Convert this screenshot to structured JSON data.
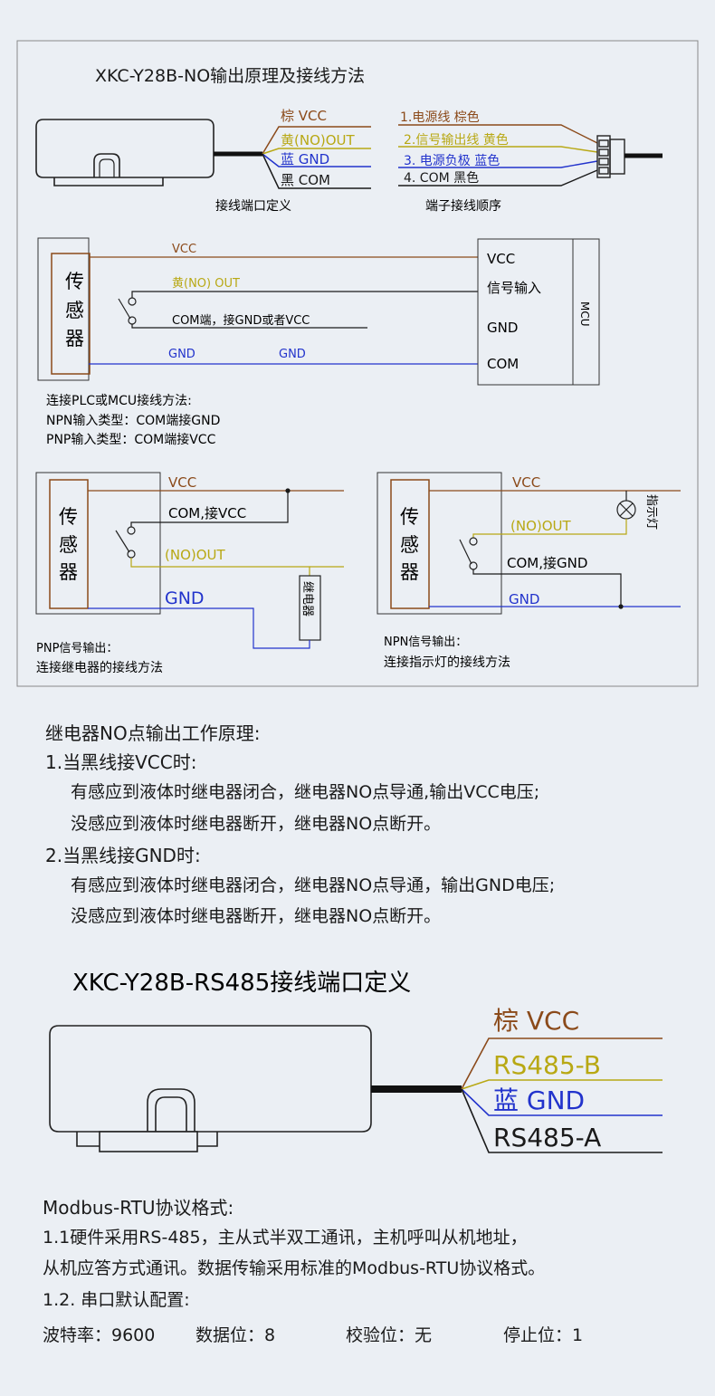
{
  "diagram1": {
    "title": "XKC-Y28B-NO输出原理及接线方法",
    "wires": {
      "brown": "棕 VCC",
      "yellow": "黄(NO)OUT",
      "blue": "蓝 GND",
      "black": "黑 COM"
    },
    "connector_labels": {
      "l1": "1.电源线 棕色",
      "l2": "2.信号输出线 黄色",
      "l3": "3. 电源负极  蓝色",
      "l4": "4. COM 黑色"
    },
    "caption_left": "接线端口定义",
    "caption_right": "端子接线顺序"
  },
  "diagram2": {
    "sensor": [
      "传",
      "感",
      "器"
    ],
    "vcc": "VCC",
    "no_out": "黄(NO) OUT",
    "com": "COM端，接GND或者VCC",
    "gnd1": "GND",
    "gnd2": "GND",
    "mcu_vcc": "VCC",
    "mcu_signal": "信号输入",
    "mcu_gnd": "GND",
    "mcu_com": "COM",
    "mcu_label": "MCU",
    "note1": "连接PLC或MCU接线方法:",
    "note2": "NPN输入类型：COM端接GND",
    "note3": "PNP输入类型：COM端接VCC"
  },
  "diagram3": {
    "sensor": [
      "传",
      "感",
      "器"
    ],
    "vcc": "VCC",
    "com": "COM,接VCC",
    "no_out": "(NO)OUT",
    "gnd": "GND",
    "relay": "继电器",
    "caption1": "PNP信号输出：",
    "caption2": "连接继电器的接线方法"
  },
  "diagram4": {
    "sensor": [
      "传",
      "感",
      "器"
    ],
    "vcc": "VCC",
    "no_out": "(NO)OUT",
    "com": "COM,接GND",
    "gnd": "GND",
    "lamp": "指示灯",
    "caption1": "NPN信号输出：",
    "caption2": "连接指示灯的接线方法"
  },
  "principle": {
    "heading": "继电器NO点输出工作原理:",
    "case1": "1.当黑线接VCC时:",
    "case1_a": "有感应到液体时继电器闭合，继电器NO点导通,输出VCC电压;",
    "case1_b": "没感应到液体时继电器断开，继电器NO点断开。",
    "case2": "2.当黑线接GND时:",
    "case2_a": "有感应到液体时继电器闭合，继电器NO点导通，输出GND电压;",
    "case2_b": "没感应到液体时继电器断开，继电器NO点断开。"
  },
  "rs485": {
    "title": "XKC-Y28B-RS485接线端口定义",
    "brown": "棕 VCC",
    "yellow": "RS485-B",
    "blue": "蓝 GND",
    "black": "RS485-A"
  },
  "modbus": {
    "heading": "Modbus-RTU协议格式:",
    "p1": "1.1硬件采用RS-485，主从式半双工通讯，主机呼叫从机地址，",
    "p2": "从机应答方式通讯。数据传输采用标准的Modbus-RTU协议格式。",
    "p3": "1.2. 串口默认配置:",
    "baud": "波特率：9600",
    "data_bits": "数据位：8",
    "parity": "校验位：无",
    "stop_bits": "停止位：1"
  },
  "colors": {
    "brown": "#8b4a1a",
    "yellow": "#b8a814",
    "blue": "#2233cc",
    "black": "#1a1a1a",
    "panel_border": "#555555"
  }
}
